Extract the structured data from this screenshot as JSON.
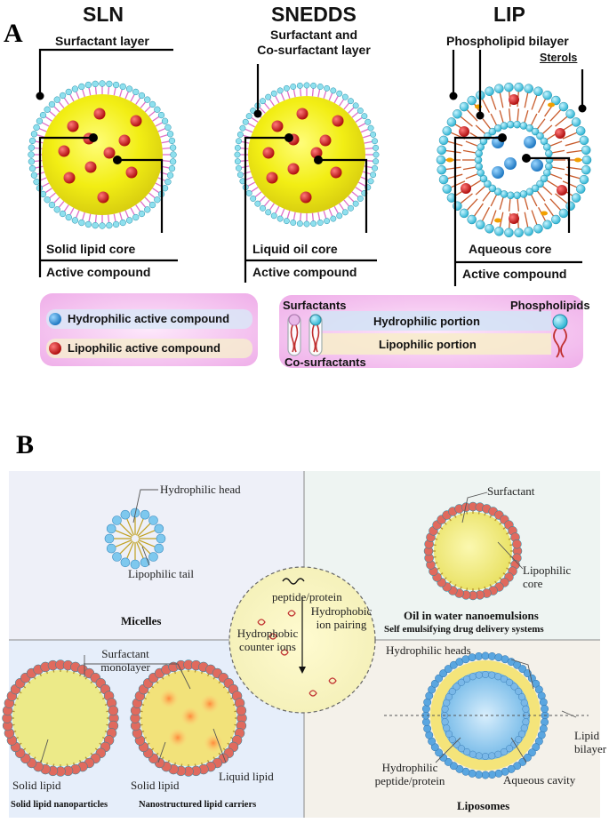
{
  "panelA": {
    "letter": "A",
    "sln": {
      "title": "SLN",
      "surfactant_layer": "Surfactant layer",
      "core": "Solid lipid core",
      "active": "Active compound"
    },
    "snedds": {
      "title": "SNEDDS",
      "layer_line1": "Surfactant and",
      "layer_line2": "Co-surfactant layer",
      "core": "Liquid oil core",
      "active": "Active compound"
    },
    "lip": {
      "title": "LIP",
      "bilayer": "Phospholipid bilayer",
      "sterols": "Sterols",
      "core": "Aqueous core",
      "active": "Active compound"
    },
    "legend": {
      "hydrophilic_compound": "Hydrophilic active compound",
      "lipophilic_compound": "Lipophilic active compound",
      "surfactants": "Surfactants",
      "phospholipids": "Phospholipids",
      "hydrophilic_portion": "Hydrophilic portion",
      "lipophilic_portion": "Lipophilic portion",
      "cosurfactants": "Co-surfactants"
    },
    "colors": {
      "core_yellow": "#f2ee14",
      "red_compound": "#d61818",
      "blue_compound": "#2a8fd6",
      "head_cyan": "#5fd0e6",
      "tail_pink": "#e070c8",
      "legend_bg": "#f3c6f0"
    }
  },
  "panelB": {
    "letter": "B",
    "micelles": {
      "head": "Hydrophilic head",
      "tail": "Lipophilic tail",
      "title": "Micelles"
    },
    "center": {
      "peptide": "peptide/protein",
      "ion_pairing_line1": "Hydrophobic",
      "ion_pairing_line2": "ion pairing",
      "counter_line1": "Hydrophobic",
      "counter_line2": "counter ions"
    },
    "emulsion": {
      "surfactant": "Surfactant",
      "core_line1": "Lipophilic",
      "core_line2": "core",
      "title": "Oil in water nanoemulsions",
      "subtitle": "Self emulsifying drug delivery systems"
    },
    "sln": {
      "monolayer_line1": "Surfactant",
      "monolayer_line2": "monolayer",
      "solid_lipid_1": "Solid lipid",
      "solid_lipid_2": "Solid lipid",
      "liquid_lipid": "Liquid lipid",
      "title_sln": "Solid lipid nanoparticles",
      "title_nlc": "Nanostructured lipid carriers"
    },
    "liposomes": {
      "heads": "Hydrophilic heads",
      "bilayer_line1": "Lipid",
      "bilayer_line2": "bilayer",
      "peptide_line1": "Hydrophilic",
      "peptide_line2": "peptide/protein",
      "cavity": "Aqueous cavity",
      "title": "Liposomes"
    },
    "colors": {
      "quadrant_bg": "#eef0f8",
      "sln_bg": "#e6eefa",
      "head_red": "#e06a5e",
      "liposome_blue": "#5aa6e0"
    }
  }
}
